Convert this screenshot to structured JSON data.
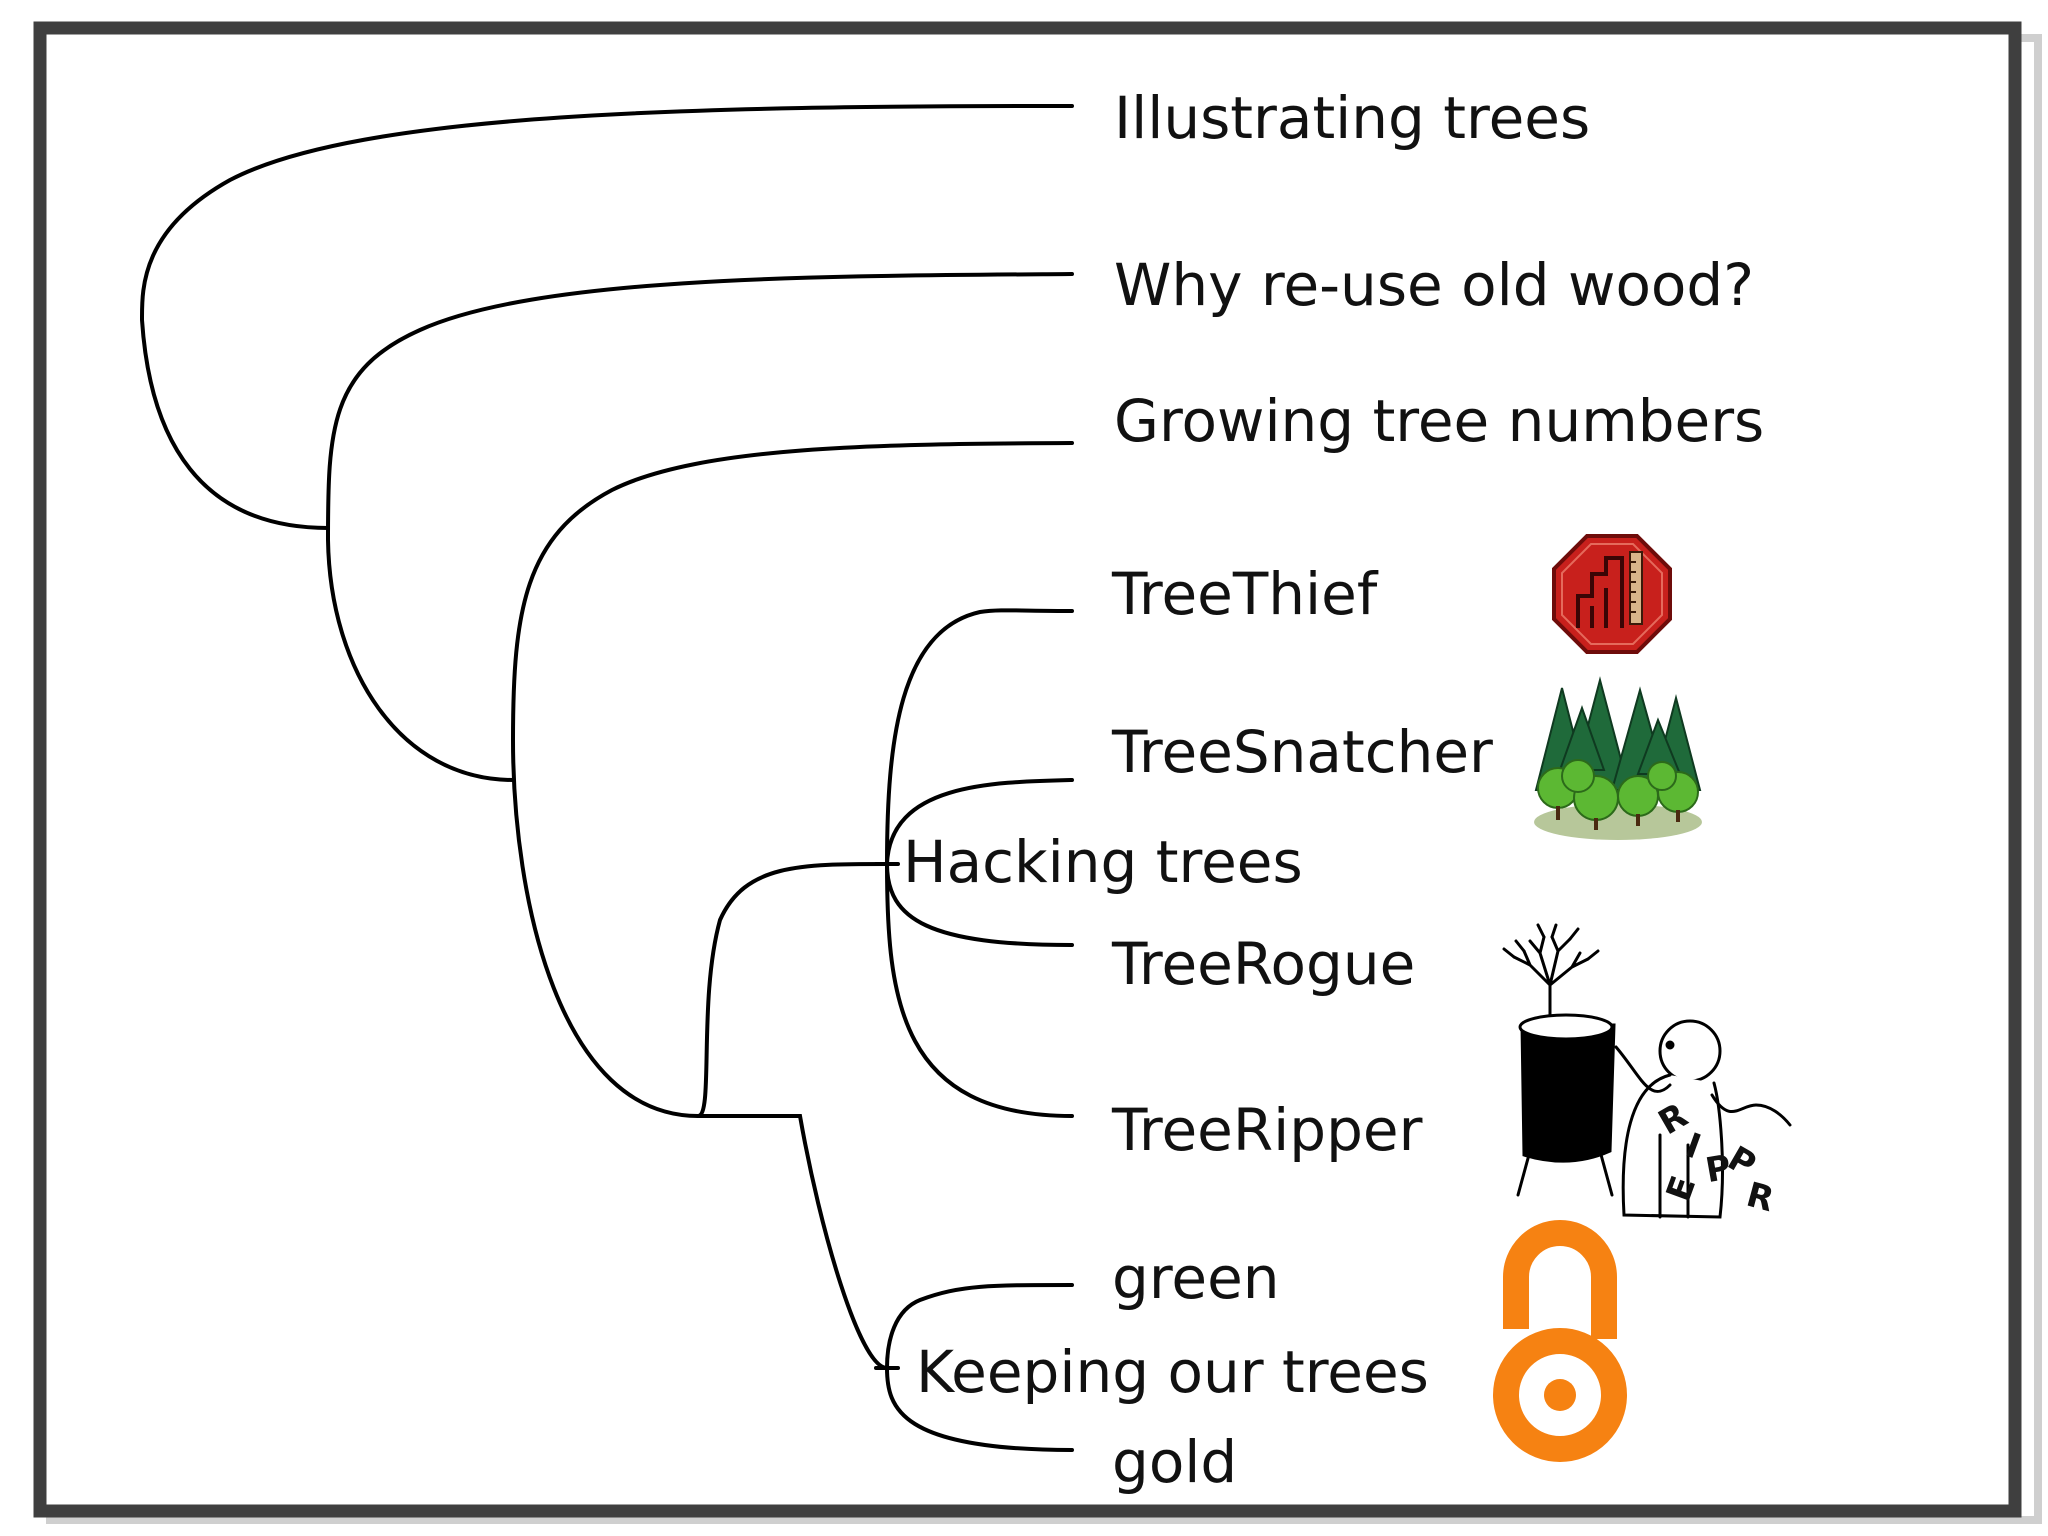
{
  "diagram": {
    "leaves": {
      "illustrating": "Illustrating trees",
      "reuse": "Why re-use old wood?",
      "growing": "Growing tree numbers",
      "treethief": "TreeThief",
      "treesnatcher": "TreeSnatcher",
      "treerogue": "TreeRogue",
      "treeripper": "TreeRipper",
      "green": "green",
      "gold": "gold"
    },
    "internal_labels": {
      "hacking": "Hacking trees",
      "keeping": "Keeping our trees"
    },
    "icons": {
      "treethief": "treethief-logo-icon",
      "treesnatcher": "forest-icon",
      "treeripper": "treeripper-cartoon-icon",
      "open_access": "open-access-lock-icon"
    },
    "colors": {
      "frame": "#3f3f3f",
      "line": "#000000",
      "treethief_red": "#c8201c",
      "forest_green": "#3f8f2a",
      "open_access_orange": "#f68212"
    }
  }
}
